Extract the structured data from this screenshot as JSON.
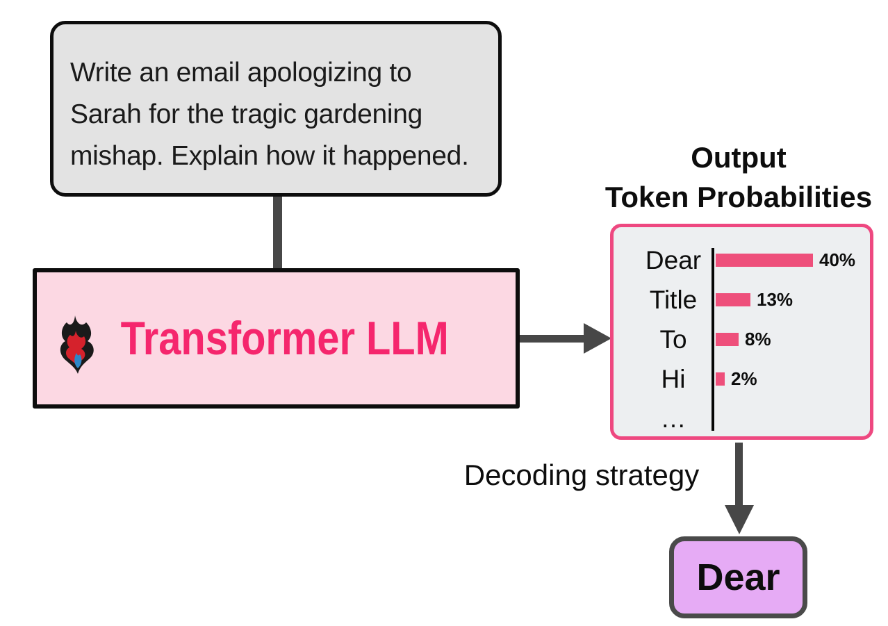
{
  "prompt": {
    "text": "Write an email apologizing to\nSarah for the tragic gardening\nmishap. Explain how it happened."
  },
  "llm": {
    "label": "Transformer LLM",
    "icon": "flame-icon"
  },
  "output_title": {
    "line1": "Output",
    "line2": "Token Probabilities"
  },
  "chart_data": {
    "type": "bar",
    "orientation": "horizontal",
    "title": "Output Token Probabilities",
    "categories": [
      "Dear",
      "Title",
      "To",
      "Hi",
      "…"
    ],
    "values": [
      40,
      13,
      8,
      2,
      null
    ],
    "value_labels": [
      "40%",
      "13%",
      "8%",
      "2%",
      ""
    ],
    "unit": "%",
    "xlim": [
      0,
      45
    ],
    "grid": false,
    "legend": false,
    "bar_color": "#ee4f7b",
    "axis_color": "#050505"
  },
  "decoding": {
    "label": "Decoding strategy"
  },
  "output_token": {
    "label": "Dear"
  },
  "colors": {
    "canvas_bg": "#ffffff",
    "prompt_fill": "#e3e3e3",
    "prompt_border": "#0d0d0d",
    "llm_fill": "#fcd8e3",
    "llm_border": "#0d0d0d",
    "llm_text": "#f5266d",
    "chart_fill": "#edeff1",
    "chart_border": "#ee4880",
    "bar": "#ee4f7b",
    "arrow": "#474747",
    "token_fill": "#e6abf5",
    "token_border": "#4a4a4a"
  }
}
